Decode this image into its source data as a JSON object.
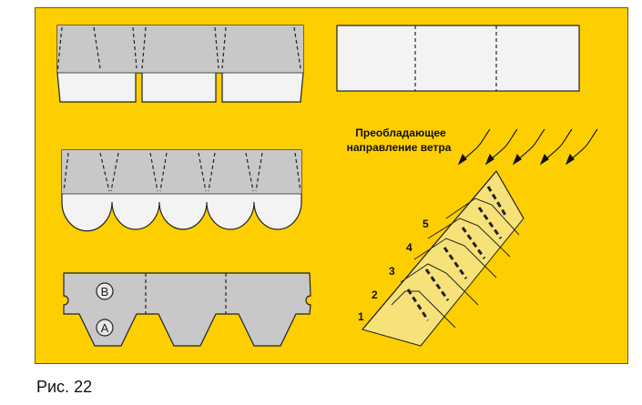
{
  "colors": {
    "panel": "#fecf00",
    "shingle_light": "#f3f3f3",
    "shingle_shade": "#c8c8c8",
    "outline": "#222222"
  },
  "wind_label": {
    "line1": "Преобладающее",
    "line2": "направление ветра"
  },
  "ridge_numbers": [
    "1",
    "2",
    "3",
    "4",
    "5"
  ],
  "marks": {
    "b": "B",
    "a": "A"
  },
  "caption": "Рис. 22"
}
